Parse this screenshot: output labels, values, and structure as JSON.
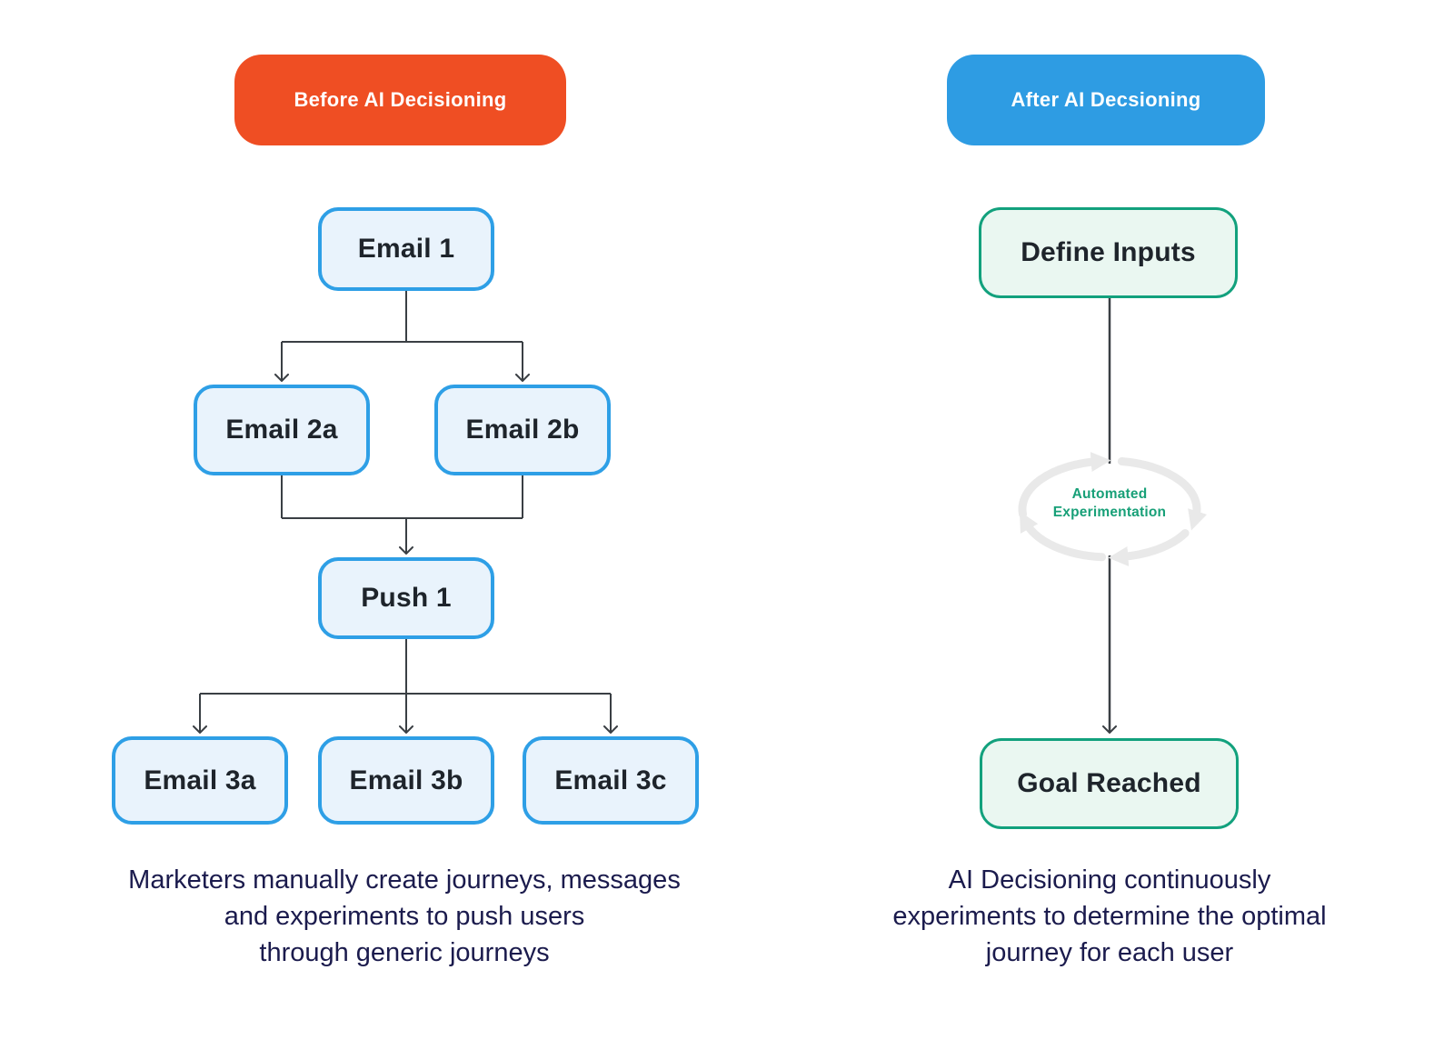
{
  "left": {
    "header": {
      "label": "Before AI Decisioning"
    },
    "nodes": {
      "email1": "Email 1",
      "email2a": "Email 2a",
      "email2b": "Email 2b",
      "push1": "Push 1",
      "email3a": "Email 3a",
      "email3b": "Email 3b",
      "email3c": "Email 3c"
    },
    "caption_lines": [
      "Marketers manually create journeys, messages",
      "and experiments to push users",
      "through generic journeys"
    ]
  },
  "right": {
    "header": {
      "label": "After AI Decsioning"
    },
    "nodes": {
      "define_inputs": "Define Inputs",
      "goal_reached": "Goal Reached"
    },
    "loop_label_lines": [
      "Automated",
      "Experimentation"
    ],
    "caption_lines": [
      "AI Decisioning continuously",
      "experiments to determine the optimal",
      "journey for each user"
    ]
  },
  "colors": {
    "before_header_bg": "#EF4E23",
    "after_header_bg": "#2E9CE3",
    "blue_node_border": "#2E9FE6",
    "blue_node_fill": "#E9F3FC",
    "green_node_border": "#12A17D",
    "green_node_fill": "#EAF7F1",
    "loop_arrow_gray": "#E9E9E9",
    "loop_label_green": "#18A078",
    "connector": "#3A3F44",
    "caption_text": "#1B1B4D",
    "node_text": "#1E242B"
  }
}
